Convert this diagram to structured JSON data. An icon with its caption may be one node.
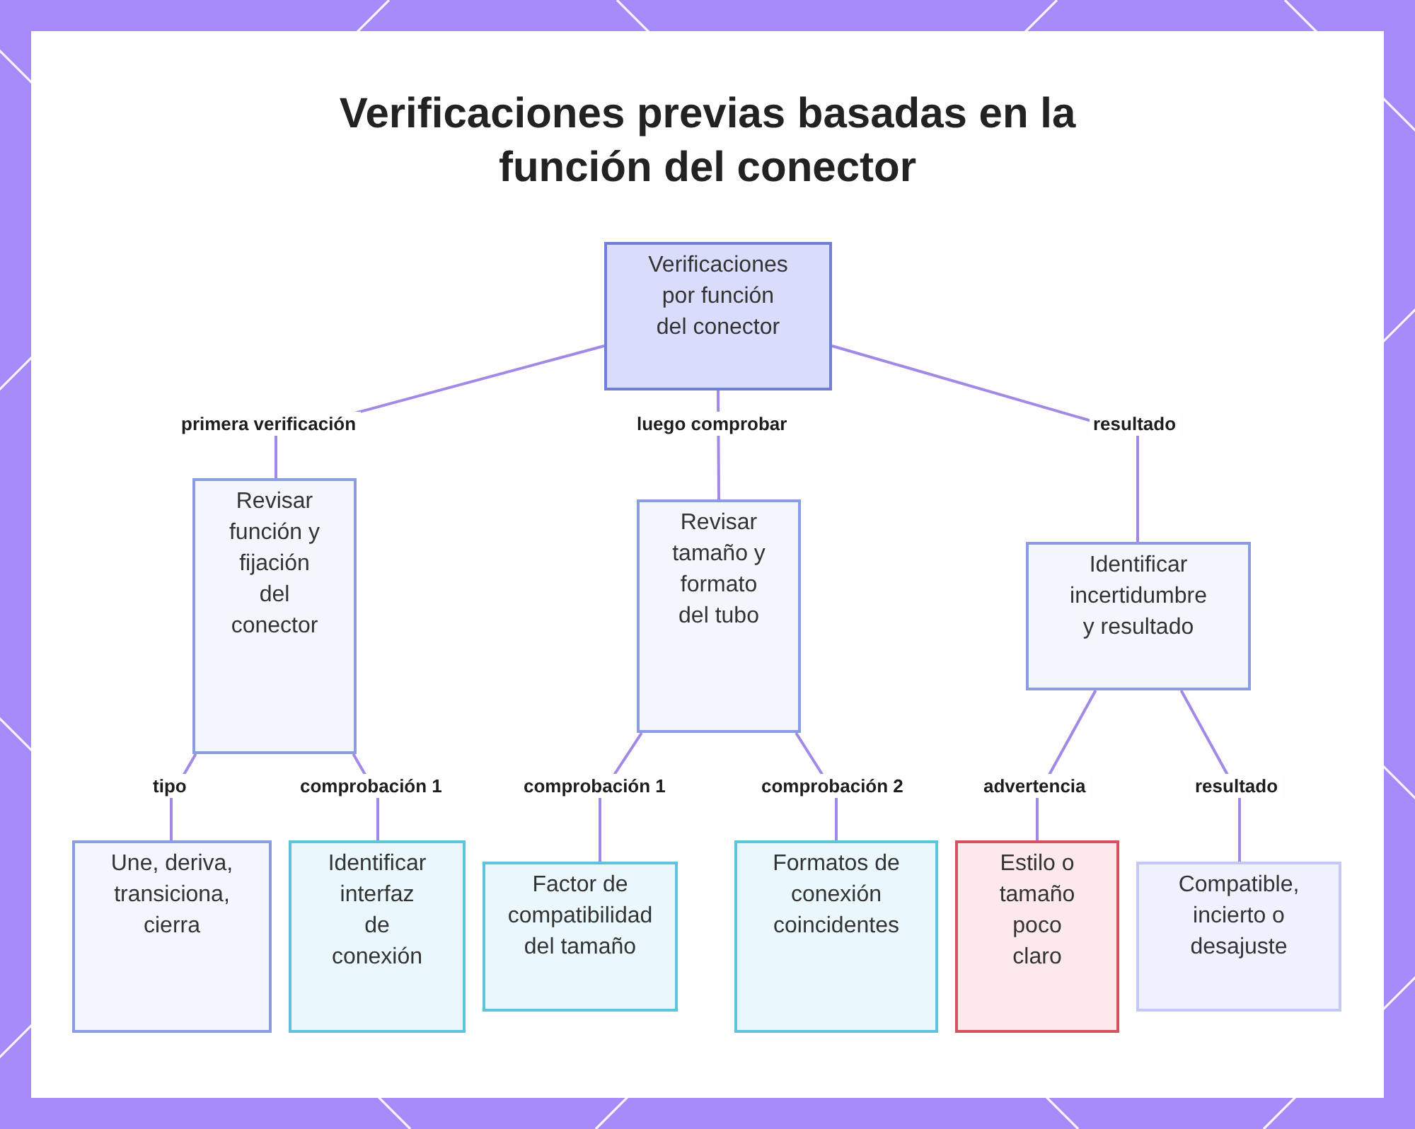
{
  "diagram": {
    "title": "Verificaciones previas basadas en la función del conector",
    "nodes": [
      {
        "text": [
          "Verificaciones por función del conector"
        ]
      },
      {
        "text": [
          "Revisar función y fijación del conector"
        ]
      },
      {
        "text": [
          "Revisar tamaño y formato del tubo"
        ]
      },
      {
        "text": [
          "Identificar incertidumbre y resultado"
        ]
      },
      {
        "text": [
          "Une, deriva, transiciona, cierra"
        ]
      },
      {
        "text": [
          "Identificar interfaz de conexión"
        ]
      },
      {
        "text": [
          "Factor de compatibilidad del tamaño"
        ]
      },
      {
        "text": [
          "Formatos de conexión coincidentes"
        ]
      },
      {
        "text": [
          "Estilo o tamaño poco claro"
        ]
      },
      {
        "text": [
          "Compatible, incierto o desajuste"
        ]
      }
    ],
    "edges": [
      {
        "from": 0,
        "to": 1,
        "arrow": "none",
        "label": "primera verificación"
      },
      {
        "from": 0,
        "to": 2,
        "arrow": "none",
        "label": "luego comprobar"
      },
      {
        "from": 0,
        "to": 3,
        "arrow": "none",
        "label": "resultado"
      },
      {
        "from": 1,
        "to": 4,
        "arrow": "none",
        "label": "tipo"
      },
      {
        "from": 1,
        "to": 5,
        "arrow": "none",
        "label": "comprobación 1"
      },
      {
        "from": 2,
        "to": 6,
        "arrow": "none",
        "label": "comprobación 1"
      },
      {
        "from": 2,
        "to": 7,
        "arrow": "none",
        "label": "comprobación 2"
      },
      {
        "from": 3,
        "to": 8,
        "arrow": "none",
        "label": "advertencia"
      },
      {
        "from": 3,
        "to": 9,
        "arrow": "none",
        "label": "resultado"
      }
    ]
  }
}
